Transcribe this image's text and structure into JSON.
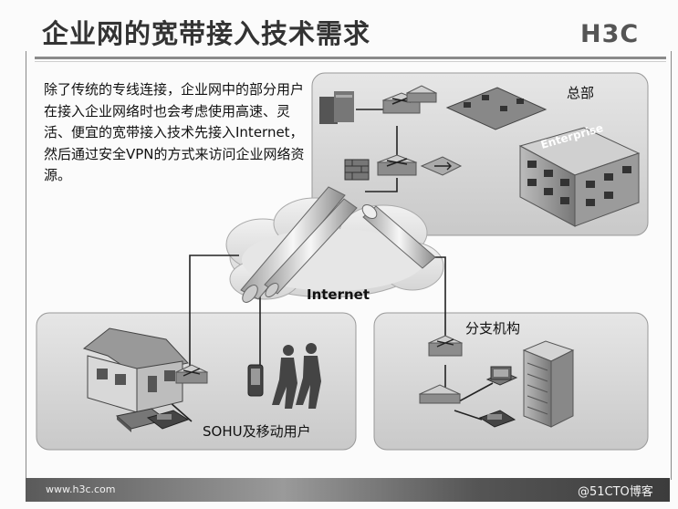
{
  "title": "企业网的宽带接入技术需求",
  "logo": "H3C",
  "description": "除了传统的专线连接，企业网中的部分用户在接入企业网络时也会考虑使用高速、灵活、便宜的宽带接入技术先接入Internet，然后通过安全VPN的方式来访问企业网络资源。",
  "headquarters": {
    "label": "总部",
    "building_sign": "Enterprise"
  },
  "internet_label": "Internet",
  "branch": {
    "label": "分支机构"
  },
  "soho": {
    "label": "SOHU及移动用户"
  },
  "footer": {
    "url": "www.h3c.com",
    "watermark": "@51CTO博客"
  }
}
